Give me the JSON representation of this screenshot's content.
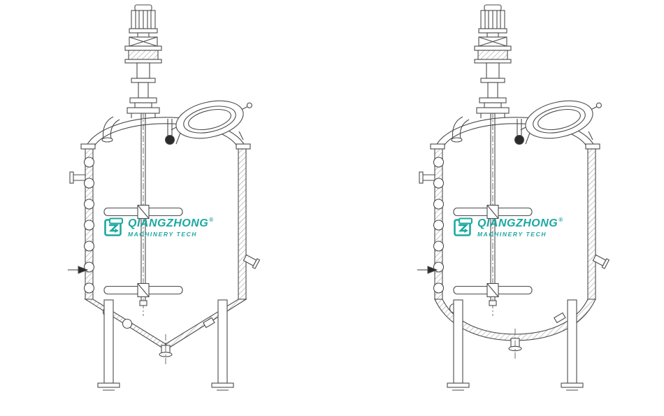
{
  "page": {
    "background_color": "#ffffff"
  },
  "drawing": {
    "line_color": "#4b4b4b",
    "hatch_color": "#8f8f8f",
    "figure_left": "agitated-mixing-tank-conical-bottom",
    "figure_right": "agitated-mixing-tank-dished-bottom"
  },
  "watermark": {
    "brand": "QIANGZHONG",
    "registered_mark": "®",
    "subtitle": "MACHINERY TECH",
    "color": "#1CA8A0"
  }
}
